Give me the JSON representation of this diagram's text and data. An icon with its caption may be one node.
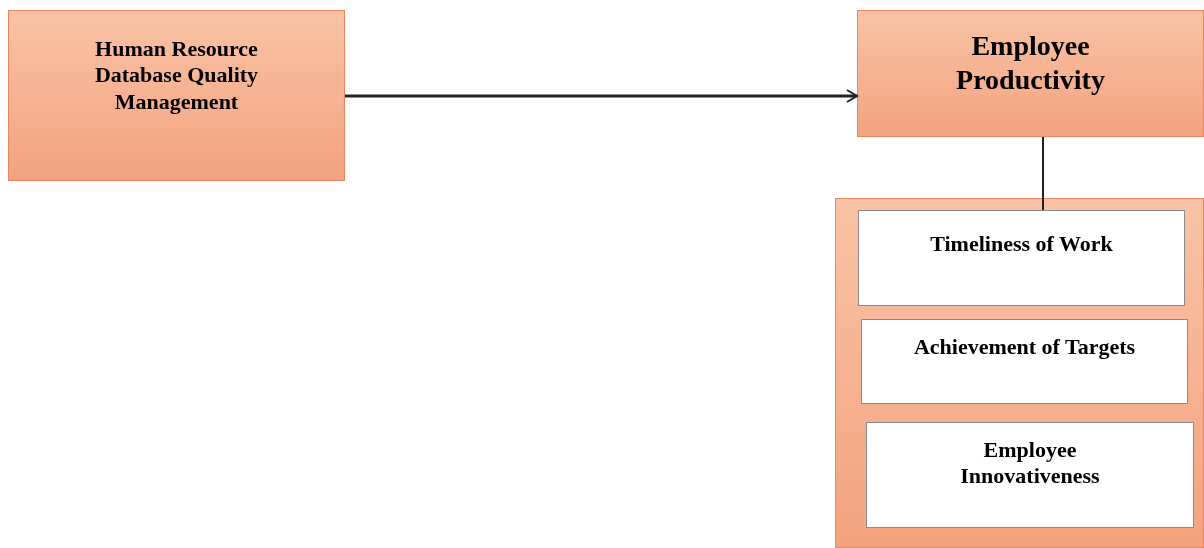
{
  "diagram": {
    "nodes": [
      {
        "text": [
          "Human Resource Database Quality Management"
        ]
      },
      {
        "text": [
          "Employee Productivity"
        ]
      },
      {
        "text": [],
        "shape": "box"
      },
      {
        "text": [
          "Timeliness of Work"
        ],
        "in": 2
      },
      {
        "text": [
          "Achievement of Targets"
        ],
        "in": 2
      },
      {
        "text": [
          "Employee Innovativeness"
        ],
        "in": 2
      }
    ],
    "edges": [
      {
        "from": 0,
        "to": 1,
        "arrow": "to"
      },
      {
        "from": 1,
        "to": 3,
        "arrow": "none"
      }
    ]
  }
}
